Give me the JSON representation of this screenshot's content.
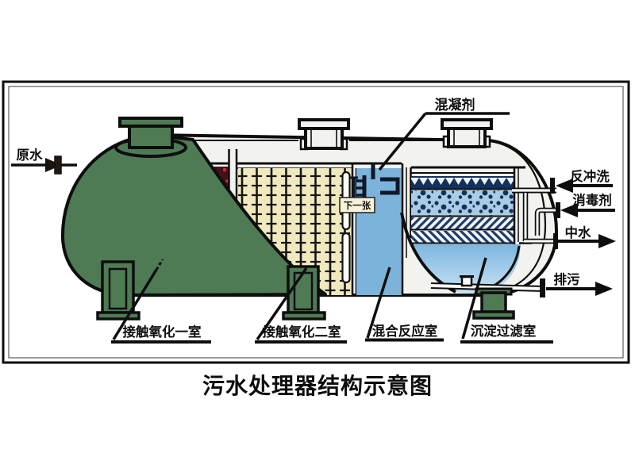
{
  "title": "污水处理器结构示意图",
  "labels": {
    "raw_water": "原水",
    "coagulant": "混凝剂",
    "backwash": "反冲洗",
    "disinfectant": "消毒剂",
    "reclaimed_water": "中水",
    "blowdown": "排污",
    "chamber1": "接触氧化一室",
    "chamber2": "接触氧化二室",
    "mixing_chamber": "混合反应室",
    "settling_chamber": "沉淀过滤室"
  },
  "next_button": {
    "label": "下一张"
  },
  "colors": {
    "shell_green": "#4e7b54",
    "interior_white": "#f2f2ee",
    "media_cream": "#f0e9be",
    "mixing_blue": "#7cb3da",
    "filter_navy": "#14305c",
    "speckle_bg": "#aacce4",
    "red_media_bg": "#451018",
    "red_media_dot": "#c63535",
    "outline_black": "#0e0e0e"
  }
}
